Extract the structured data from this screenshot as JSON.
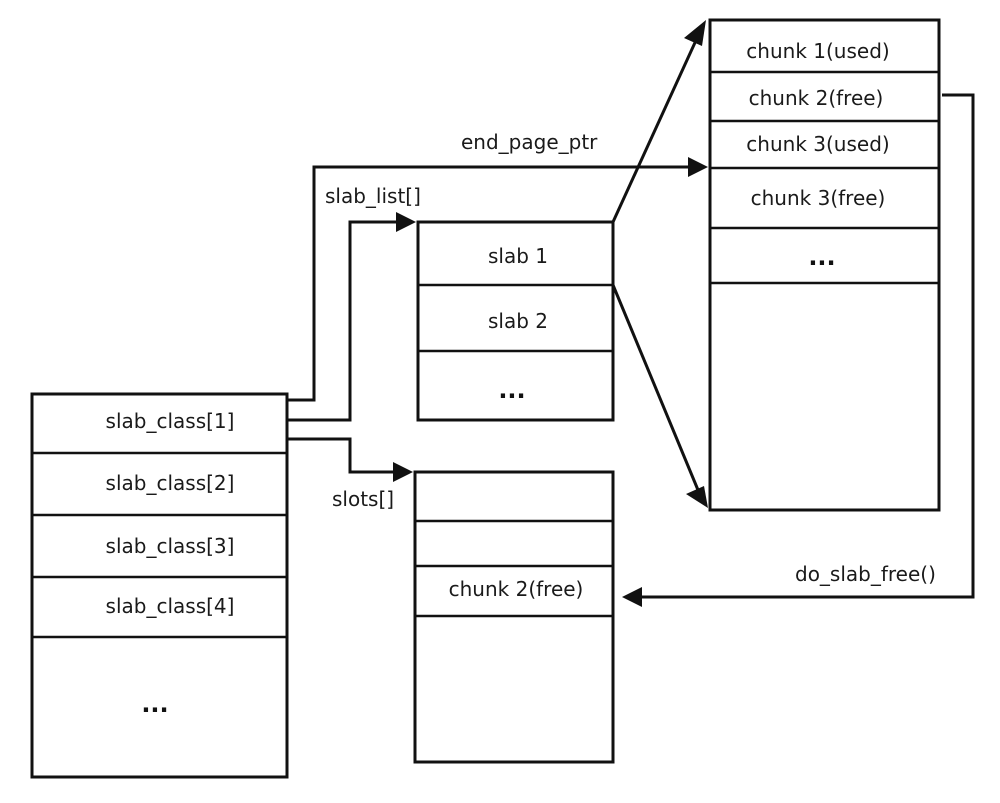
{
  "slab_class_table": {
    "rows": [
      "slab_class[1]",
      "slab_class[2]",
      "slab_class[3]",
      "slab_class[4]",
      "..."
    ]
  },
  "slab_list_table": {
    "label": "slab_list[]",
    "rows": [
      "slab 1",
      "slab 2",
      "..."
    ]
  },
  "slots_table": {
    "label": "slots[]",
    "rows": [
      "",
      "",
      "chunk 2(free)",
      ""
    ]
  },
  "chunk_table": {
    "rows": [
      "chunk 1(used)",
      "chunk 2(free)",
      "chunk 3(used)",
      "chunk 3(free)",
      "...",
      ""
    ]
  },
  "arrows": {
    "end_page_ptr": "end_page_ptr",
    "do_slab_free": "do_slab_free()"
  }
}
